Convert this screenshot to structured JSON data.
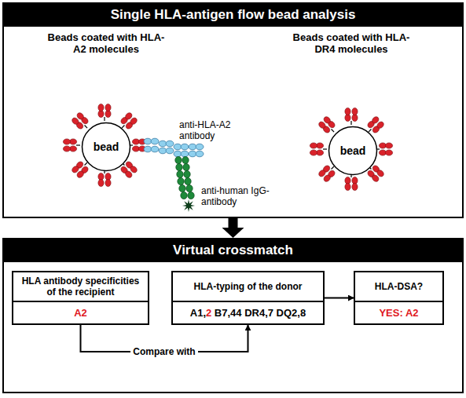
{
  "diagram": {
    "nodes": [
      {
        "text": [
          "Single HLA-antigen flow bead analysis"
        ]
      },
      {
        "text": [
          "bead"
        ],
        "in": 0
      },
      {
        "text": [
          "bead"
        ],
        "in": 0
      },
      {
        "text": [
          "Virtual crossmatch"
        ]
      },
      {
        "text": [
          "HLA antibody specificities of the recipient",
          "A2"
        ],
        "in": 3
      },
      {
        "text": [
          "HLA-typing of the donor",
          "A1,2 B7,44 DR4,7 DQ2,8"
        ],
        "in": 3
      },
      {
        "text": [
          "HLA-DSA?",
          "YES: A2"
        ],
        "in": 3
      }
    ],
    "edges": [
      {
        "from": 0,
        "to": 3,
        "arrow": "to"
      },
      {
        "from": 4,
        "to": 5,
        "arrow": "to",
        "label": "Compare with"
      },
      {
        "from": 5,
        "to": 6,
        "arrow": "to"
      }
    ],
    "labels": [
      "Beads coated with HLA-A2 molecules",
      "Beads coated with HLA-DR4 molecules",
      "anti-HLA-A2 antibody",
      "anti-human IgG-antibody"
    ]
  }
}
